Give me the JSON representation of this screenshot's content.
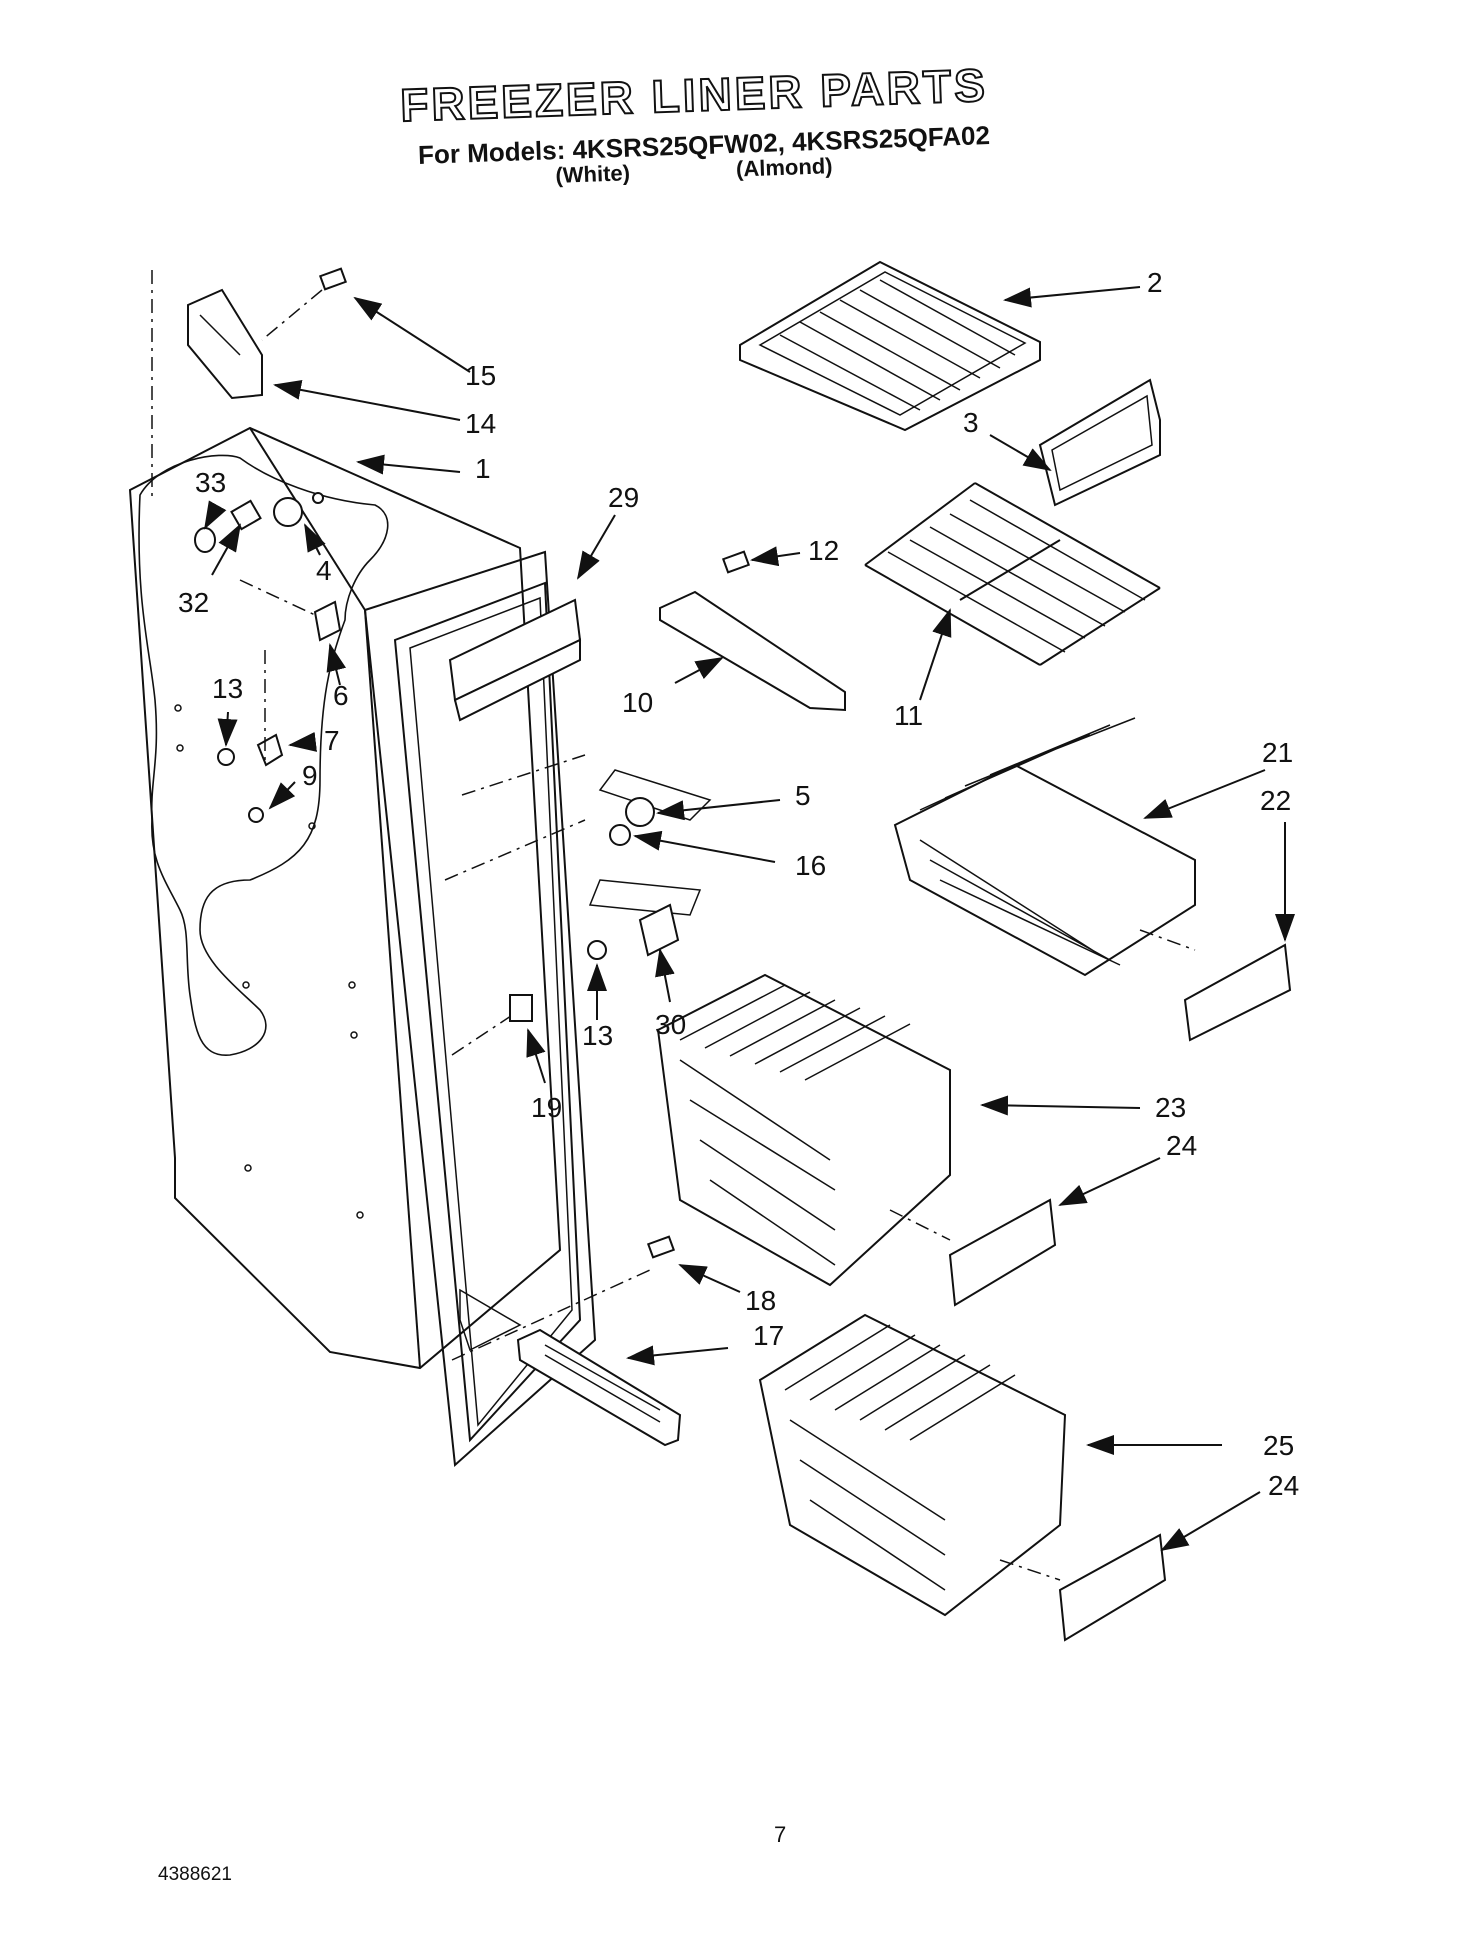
{
  "header": {
    "title": "FREEZER LINER PARTS",
    "models": "For Models: 4KSRS25QFW02, 4KSRS25QFA02",
    "variant_white": "(White)",
    "variant_almond": "(Almond)"
  },
  "callouts": [
    "1",
    "2",
    "3",
    "4",
    "5",
    "6",
    "7",
    "9",
    "10",
    "11",
    "12",
    "13",
    "13",
    "14",
    "15",
    "16",
    "17",
    "18",
    "19",
    "21",
    "22",
    "23",
    "24",
    "24",
    "25",
    "29",
    "30",
    "32",
    "33"
  ],
  "footer": {
    "page_number": "7",
    "document_number": "4388621"
  }
}
